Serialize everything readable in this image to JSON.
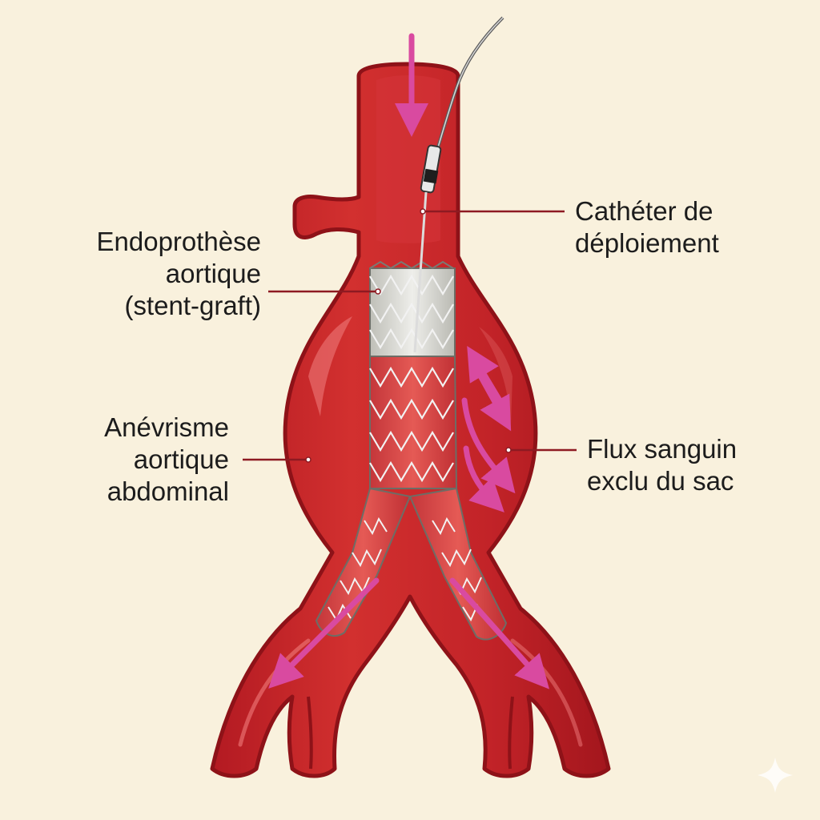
{
  "labels": {
    "catheter": [
      "Cathéter de",
      "déploiement"
    ],
    "stent_graft": [
      "Endoprothèse",
      "aortique",
      "(stent-graft)"
    ],
    "aneurysm": [
      "Anévrisme",
      "aortique",
      "abdominal"
    ],
    "flow_excluded": [
      "Flux sanguin",
      "exclu du sac"
    ]
  },
  "colors": {
    "background": "#f9f1dd",
    "vessel": "#c8222a",
    "vessel_dark": "#8e1218",
    "vessel_light": "#e0504a",
    "flow_arrow": "#d94aa0",
    "stent_wire": "#e8e8e8",
    "graft_fabric": "#d9d9d2",
    "leader_line": "#8e1a22",
    "text": "#1c1c1c"
  },
  "icons": {
    "corner_mark": "sparkle-icon"
  }
}
